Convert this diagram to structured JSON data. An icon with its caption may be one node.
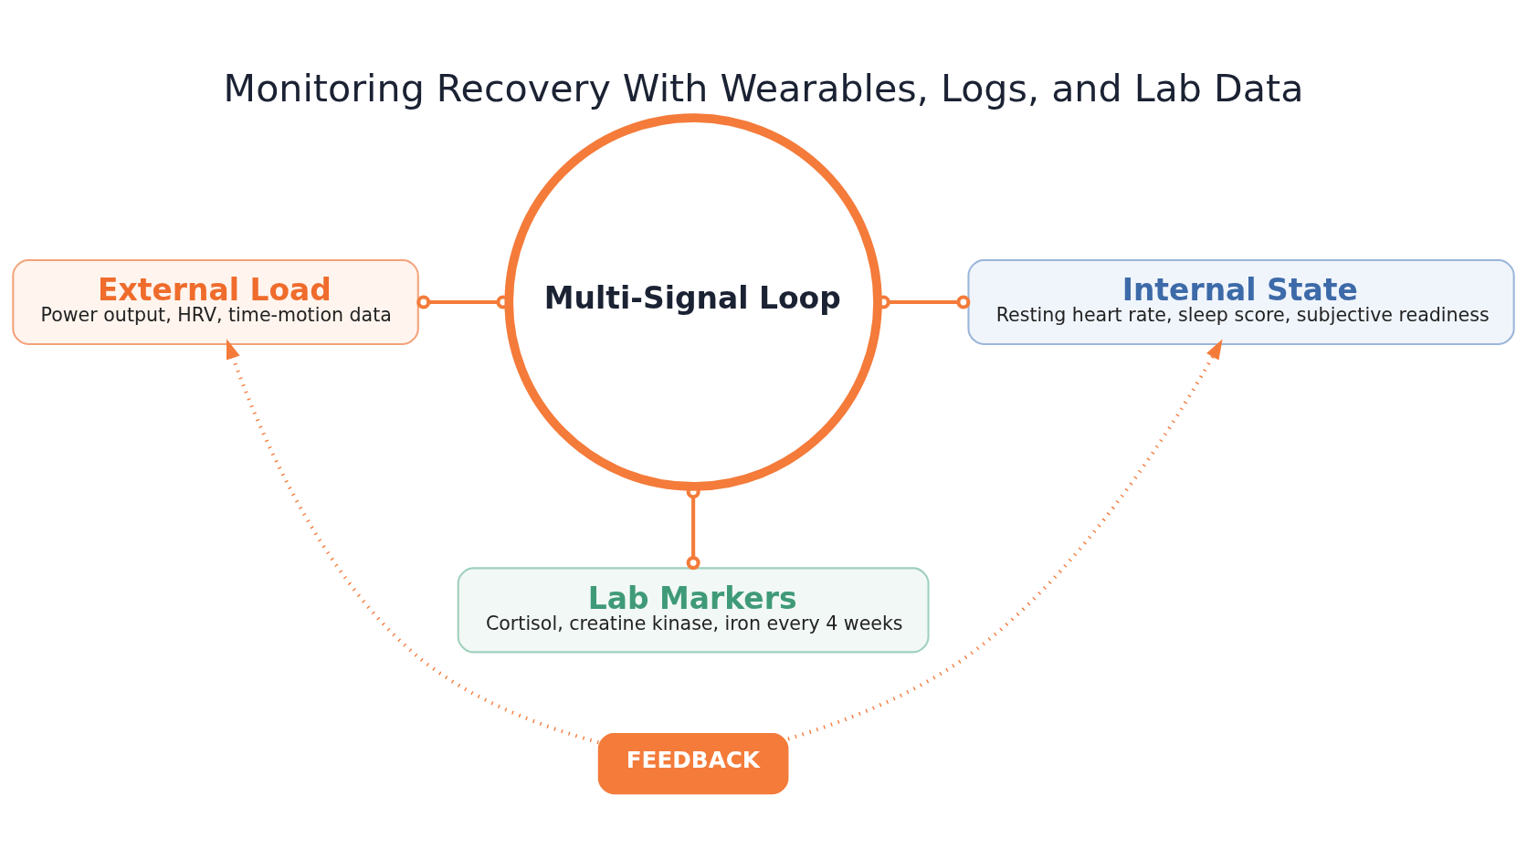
{
  "diagram": {
    "title": "Monitoring Recovery With Wearables, Logs, and Lab Data",
    "nodes": [
      {
        "text": [
          "External Load",
          "Power output, HRV, time-motion data"
        ]
      },
      {
        "text": [
          "Multi-Signal Loop"
        ]
      },
      {
        "text": [
          "Internal State",
          "Resting heart rate, sleep score, subjective readiness"
        ]
      },
      {
        "text": [
          "Lab Markers",
          "Cortisol, creatine kinase, iron every 4 weeks"
        ]
      },
      {
        "text": [
          "FEEDBACK"
        ]
      }
    ],
    "edges": [
      {
        "from": 0,
        "to": 1,
        "arrow": "other"
      },
      {
        "from": 1,
        "to": 2,
        "arrow": "other"
      },
      {
        "from": 1,
        "to": 3,
        "arrow": "other"
      },
      {
        "from": 4,
        "to": 0,
        "arrow": "to",
        "style": "dashed"
      },
      {
        "from": 4,
        "to": 2,
        "arrow": "to",
        "style": "dashed"
      }
    ]
  }
}
